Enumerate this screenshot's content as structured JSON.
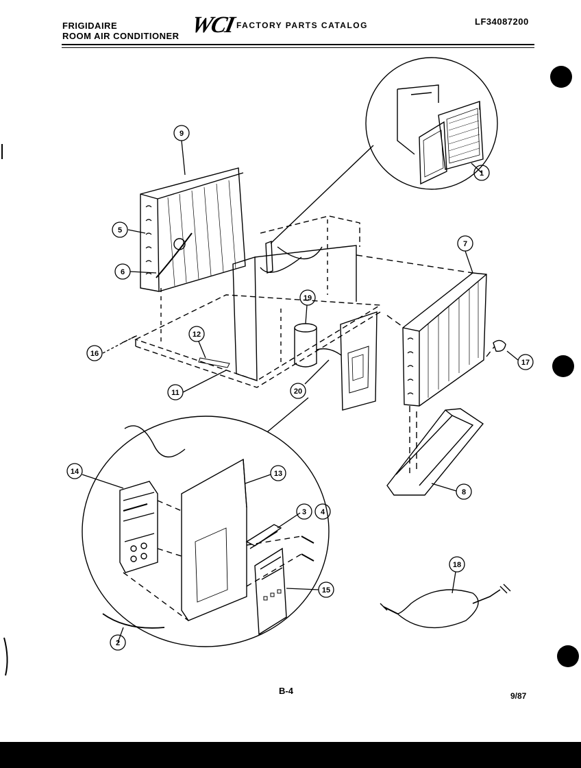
{
  "header": {
    "brand_line1": "FRIGIDAIRE",
    "brand_line2": "ROOM AIR CONDITIONER",
    "logo": "WCI",
    "catalog_title": "FACTORY PARTS CATALOG",
    "part_number": "LF34087200"
  },
  "footer": {
    "page_code": "B-4",
    "date": "9/87"
  },
  "callouts": [
    "1",
    "2",
    "3",
    "4",
    "5",
    "6",
    "7",
    "8",
    "9",
    "11",
    "12",
    "13",
    "14",
    "15",
    "16",
    "17",
    "18",
    "19",
    "20"
  ]
}
